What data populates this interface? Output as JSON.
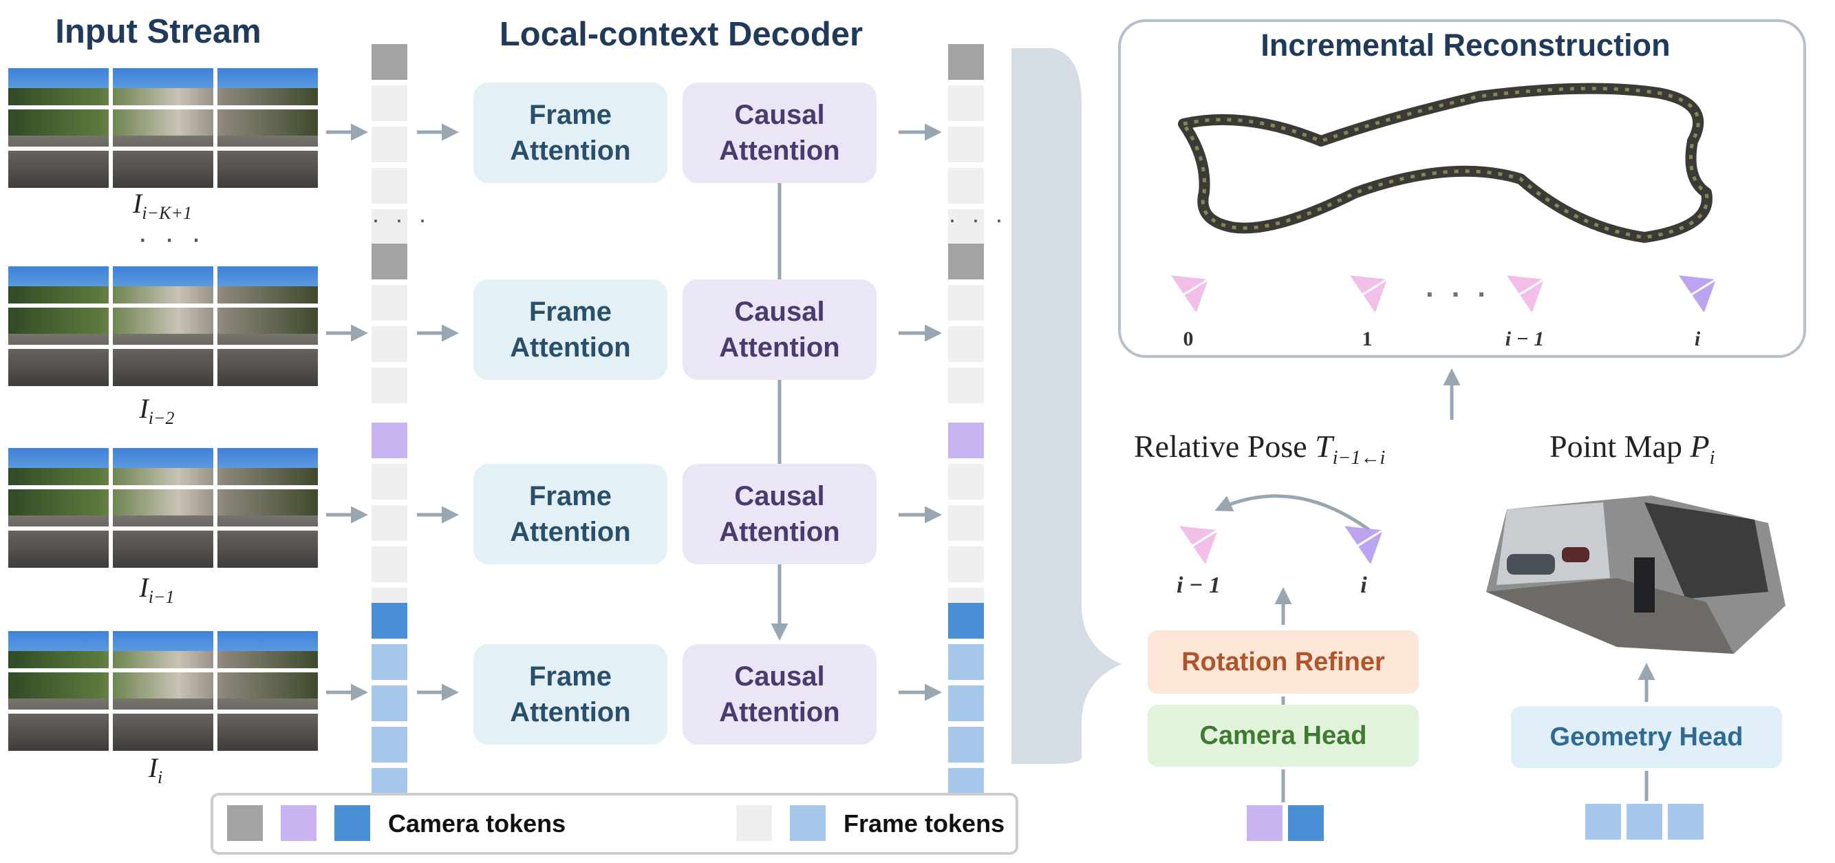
{
  "input_stream": {
    "title": "Input Stream",
    "frames": [
      {
        "label_base": "I",
        "label_sub": "i−K+1"
      },
      {
        "label_base": "I",
        "label_sub": "i−2"
      },
      {
        "label_base": "I",
        "label_sub": "i−1"
      },
      {
        "label_base": "I",
        "label_sub": "i"
      }
    ],
    "ellipsis": "· · ·"
  },
  "decoder": {
    "title": "Local-context Decoder",
    "frame_attention": "Frame\nAttention",
    "causal_attention": "Causal\nAttention",
    "ellipsis": "· · ·"
  },
  "reconstruction": {
    "title": "Incremental Reconstruction",
    "camera_labels": [
      "0",
      "1",
      "i − 1",
      "i"
    ],
    "ellipsis": "· · ·"
  },
  "relative_pose": {
    "label": "Relative Pose",
    "symbol": "T",
    "subscript": "i−1←i",
    "camera_labels": [
      "i − 1",
      "i"
    ]
  },
  "point_map": {
    "label": "Point Map",
    "symbol": "P",
    "subscript": "i"
  },
  "heads": {
    "rotation_refiner": "Rotation Refiner",
    "camera_head": "Camera Head",
    "geometry_head": "Geometry Head"
  },
  "legend": {
    "camera_tokens": "Camera tokens",
    "frame_tokens": "Frame tokens"
  },
  "colors": {
    "title": "#1f3a5a",
    "token_gray": "#a3a3a3",
    "token_light": "#efefef",
    "token_purple": "#c7b3f0",
    "token_blue": "#4a8fd6",
    "token_lightblue": "#a5c8ea",
    "rotation_text": "#b0542a",
    "camera_head_text": "#3f7a32",
    "geometry_head_text": "#2e6a94",
    "arrow": "#98a6b2"
  }
}
